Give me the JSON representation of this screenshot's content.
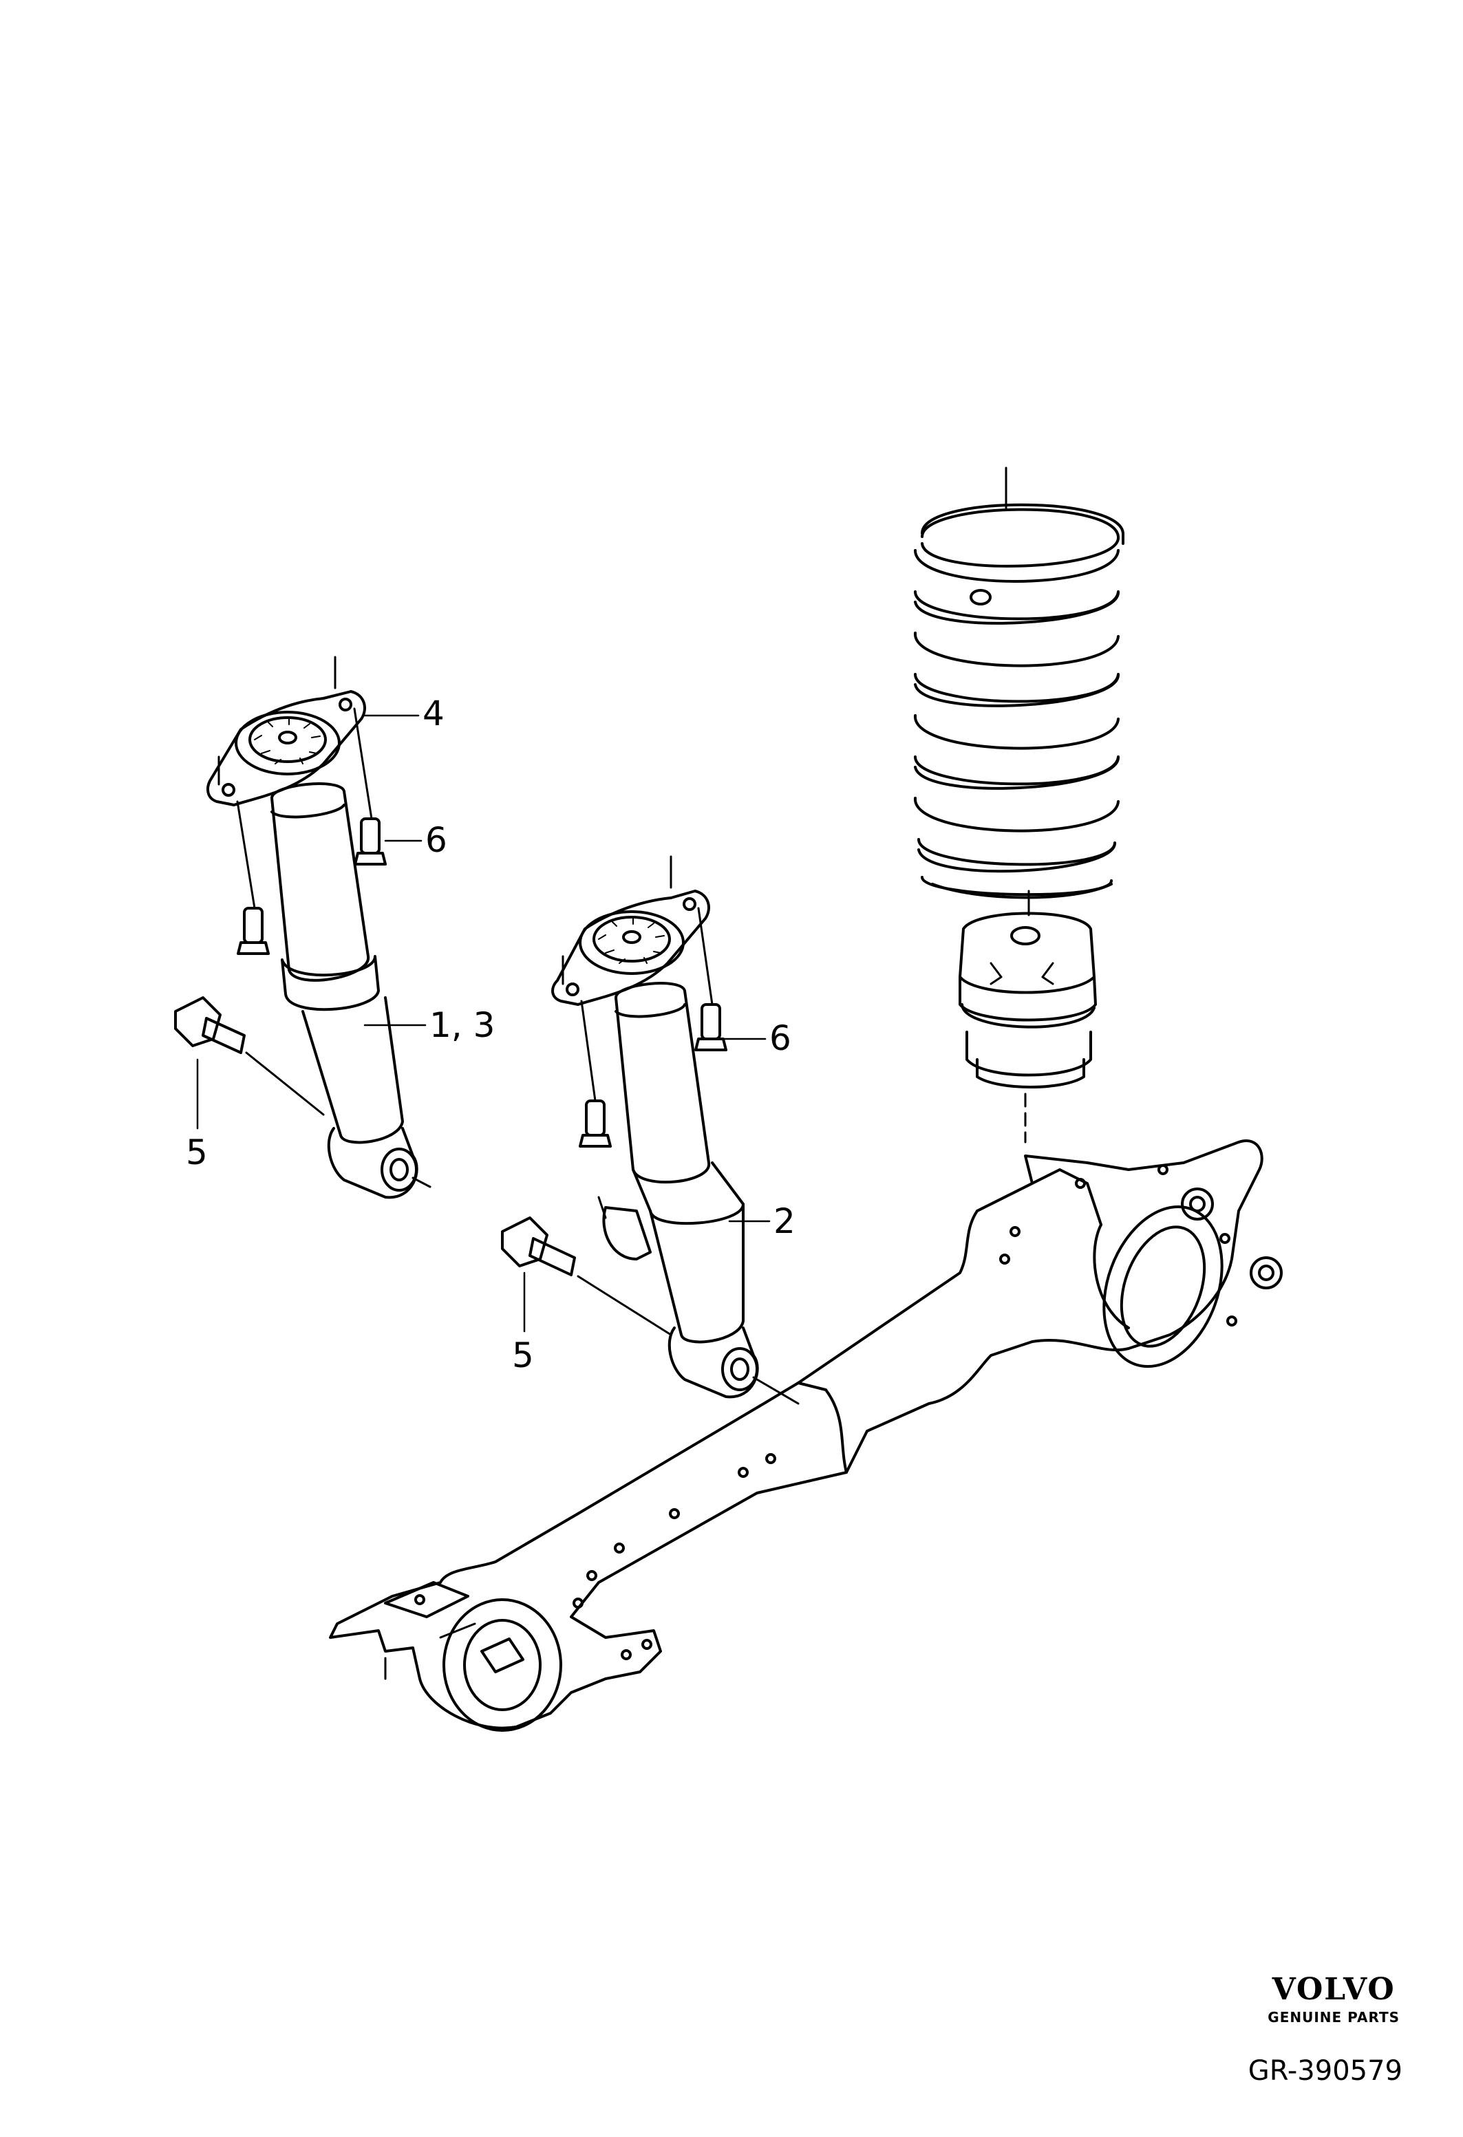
{
  "callouts": {
    "c4": "4",
    "c6_left": "6",
    "c13": "1, 3",
    "c5_left": "5",
    "c6_right": "6",
    "c2": "2",
    "c5_right": "5"
  },
  "brand": {
    "name": "VOLVO",
    "tagline": "GENUINE PARTS"
  },
  "reference": "GR-390579"
}
